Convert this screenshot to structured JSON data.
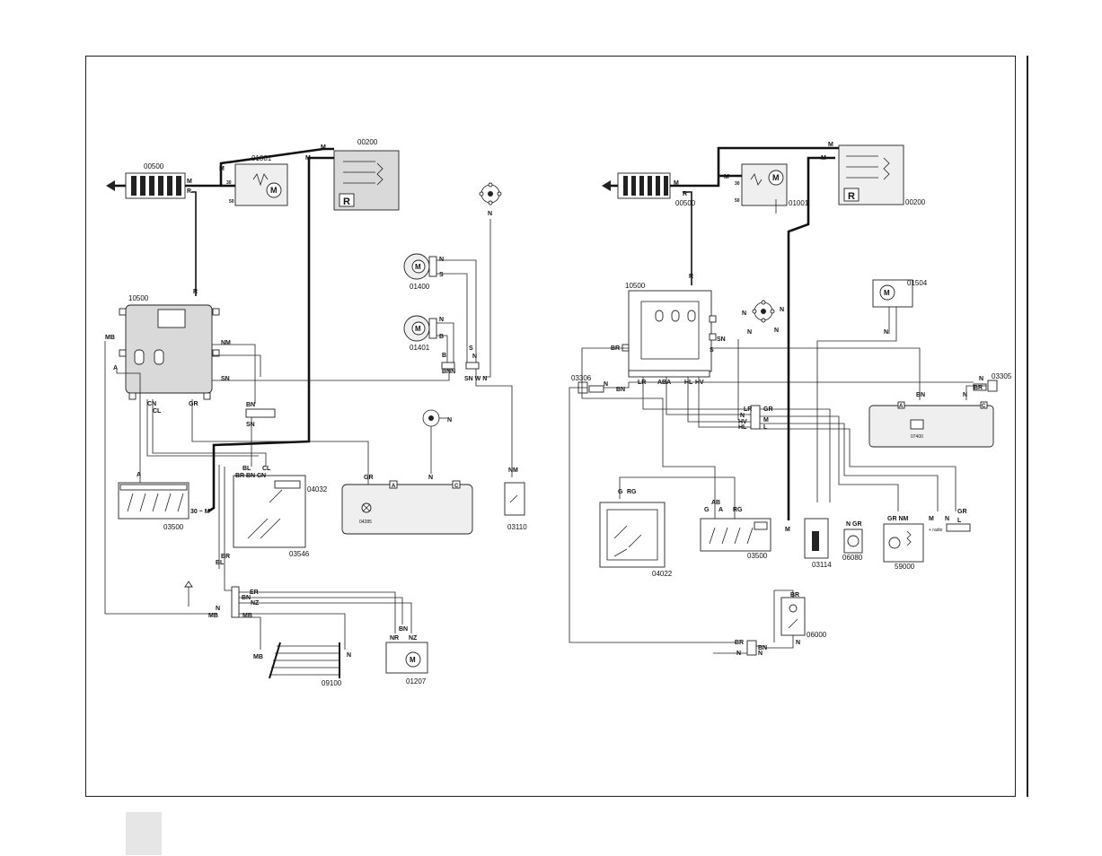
{
  "left": {
    "codes": {
      "battery": "00500",
      "starter": "01001",
      "alternator": "00200",
      "cu": "10500",
      "horn_a": "01400",
      "horn_b": "01401",
      "lamp_mod": "04285",
      "sw_03110": "03110",
      "sw_03500": "03500",
      "sw_03546": "03546",
      "sw_04032": "04032",
      "rear_heater": "09100",
      "motor_01207": "01207"
    },
    "labels": {
      "m1": "M",
      "m2": "M",
      "m3": "M",
      "m4": "M",
      "r1": "R",
      "r2": "R",
      "n30": "30",
      "n50": "50",
      "n1": "N",
      "s1": "S",
      "n2": "N",
      "b1": "B",
      "b2": "B",
      "s2": "S",
      "n3": "N",
      "bnn": "BNN",
      "snwn": "SN  W N",
      "mb1": "MB",
      "a1": "A",
      "nm1": "NM",
      "sn1": "SN",
      "cn1": "CN",
      "cl1": "CL",
      "gr1": "GR",
      "bn1": "BN",
      "sn2": "SN",
      "bl1": "BL",
      "br1": "BR",
      "bn2": "BN",
      "cn2": "CN",
      "cl2": "CL",
      "gr2": "GR",
      "n4": "N",
      "n5": "N",
      "nm2": "NM",
      "n6": "N",
      "a2": "A",
      "m5": "30 ~ M",
      "bl2": "BL",
      "br2": "BR",
      "er": "ER",
      "bn3": "BN",
      "nz": "NZ",
      "n7": "N",
      "mb2": "MB",
      "mb3": "MB",
      "n8": "N",
      "bn4": "BN",
      "nr": "NR",
      "nz2": "NZ",
      "sqA": "A",
      "sqC": "C"
    }
  },
  "right": {
    "codes": {
      "battery": "00500",
      "starter": "01001",
      "alternator": "00200",
      "cu": "10500",
      "motor_01504": "01504",
      "conn_03305": "03305",
      "conn_03306": "03306",
      "mod_07400": "07400",
      "sw_04022": "04022",
      "sw_03500": "03500",
      "sw_03114": "03114",
      "sw_06080": "06080",
      "unit_59000": "59000",
      "sw_06000": "06000"
    },
    "labels": {
      "m1": "M",
      "m2": "M",
      "m3": "M",
      "r1": "R",
      "r2": "R",
      "n30": "30",
      "n50": "50",
      "br1": "BR",
      "s1": "S",
      "sn1": "SN",
      "n1": "N",
      "n2": "N",
      "n3": "N",
      "n4": "N",
      "lr": "LR",
      "aba": "ABA",
      "hl": "HL",
      "hv": "HV",
      "n5": "N",
      "bn1": "BN",
      "br2": "BR",
      "bn2": "BN",
      "n6": "N",
      "lr2": "LR",
      "gr1": "GR",
      "n7": "N",
      "hv2": "HV",
      "hl2": "HL",
      "l1": "L",
      "m4": "M",
      "n8": "N",
      "bn3": "BN",
      "n9": "N",
      "br3": "BR",
      "g1": "G",
      "rg1": "RG",
      "ab": "AB",
      "g2": "G",
      "a1": "A",
      "rg2": "RG",
      "m5": "M",
      "ngr": "N GR",
      "grnm": "GR NM",
      "m6": "M",
      "n10": "N",
      "gr2": "GR",
      "l2": "L",
      "small": "+ radio",
      "br4": "BR",
      "n11": "N",
      "br5": "BR",
      "bn4": "BN",
      "n12": "N",
      "n13": "N",
      "sqA": "A",
      "sqC": "C",
      "n3a": "N"
    }
  }
}
